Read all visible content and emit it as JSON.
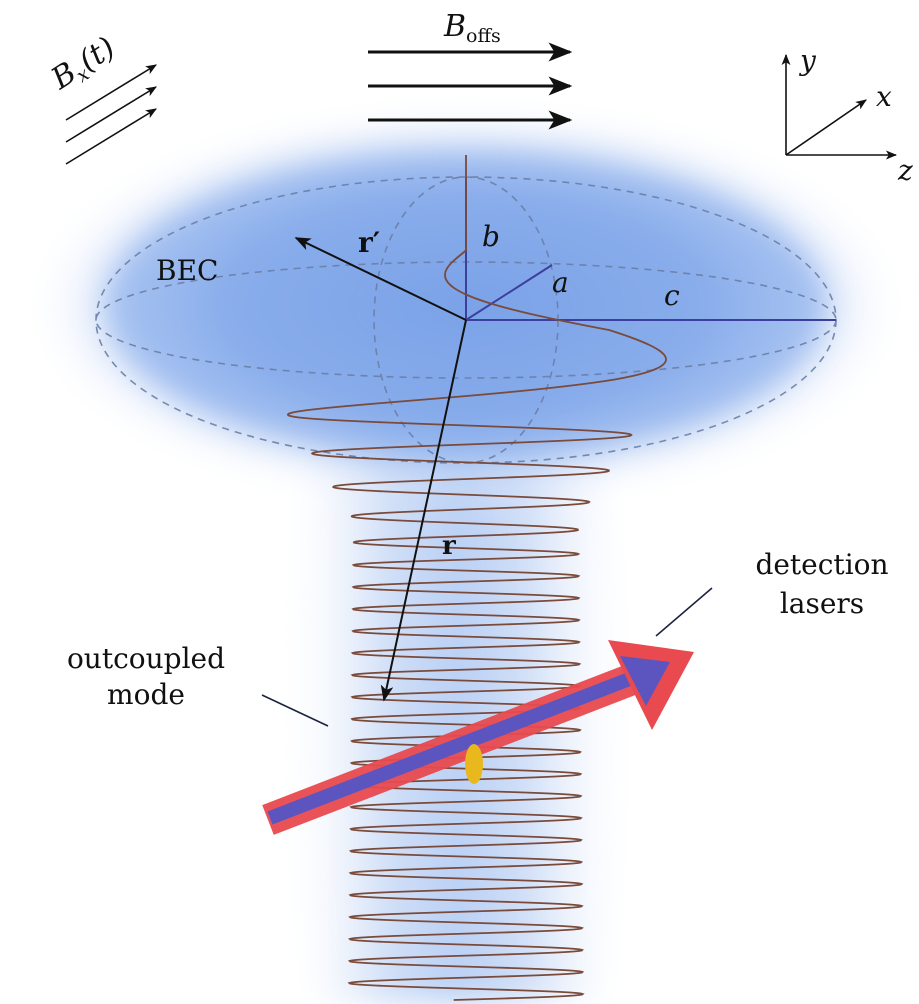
{
  "labels": {
    "bx_field": {
      "main": "B",
      "sub": "x",
      "arg": "(t)"
    },
    "b_offs": {
      "main": "B",
      "sub": "offs"
    },
    "axis_y": "y",
    "axis_x": "x",
    "axis_z": "z",
    "bec": "BEC",
    "r_prime": "r′",
    "r": "r",
    "semi_a": "a",
    "semi_b": "b",
    "semi_c": "c",
    "detection_line1": "detection",
    "detection_line2": "lasers",
    "outcoupled_line1": "outcoupled",
    "outcoupled_line2": "mode"
  },
  "colors": {
    "cloud_blue": "#7fa6e8",
    "spiral": "#7a4a3a",
    "laser_outer": "#e84a4f",
    "laser_inner": "#5c55c0",
    "detection_spot": "#e8b81c",
    "arrows": "#111111",
    "semi_axes": "#3c3f9e"
  }
}
